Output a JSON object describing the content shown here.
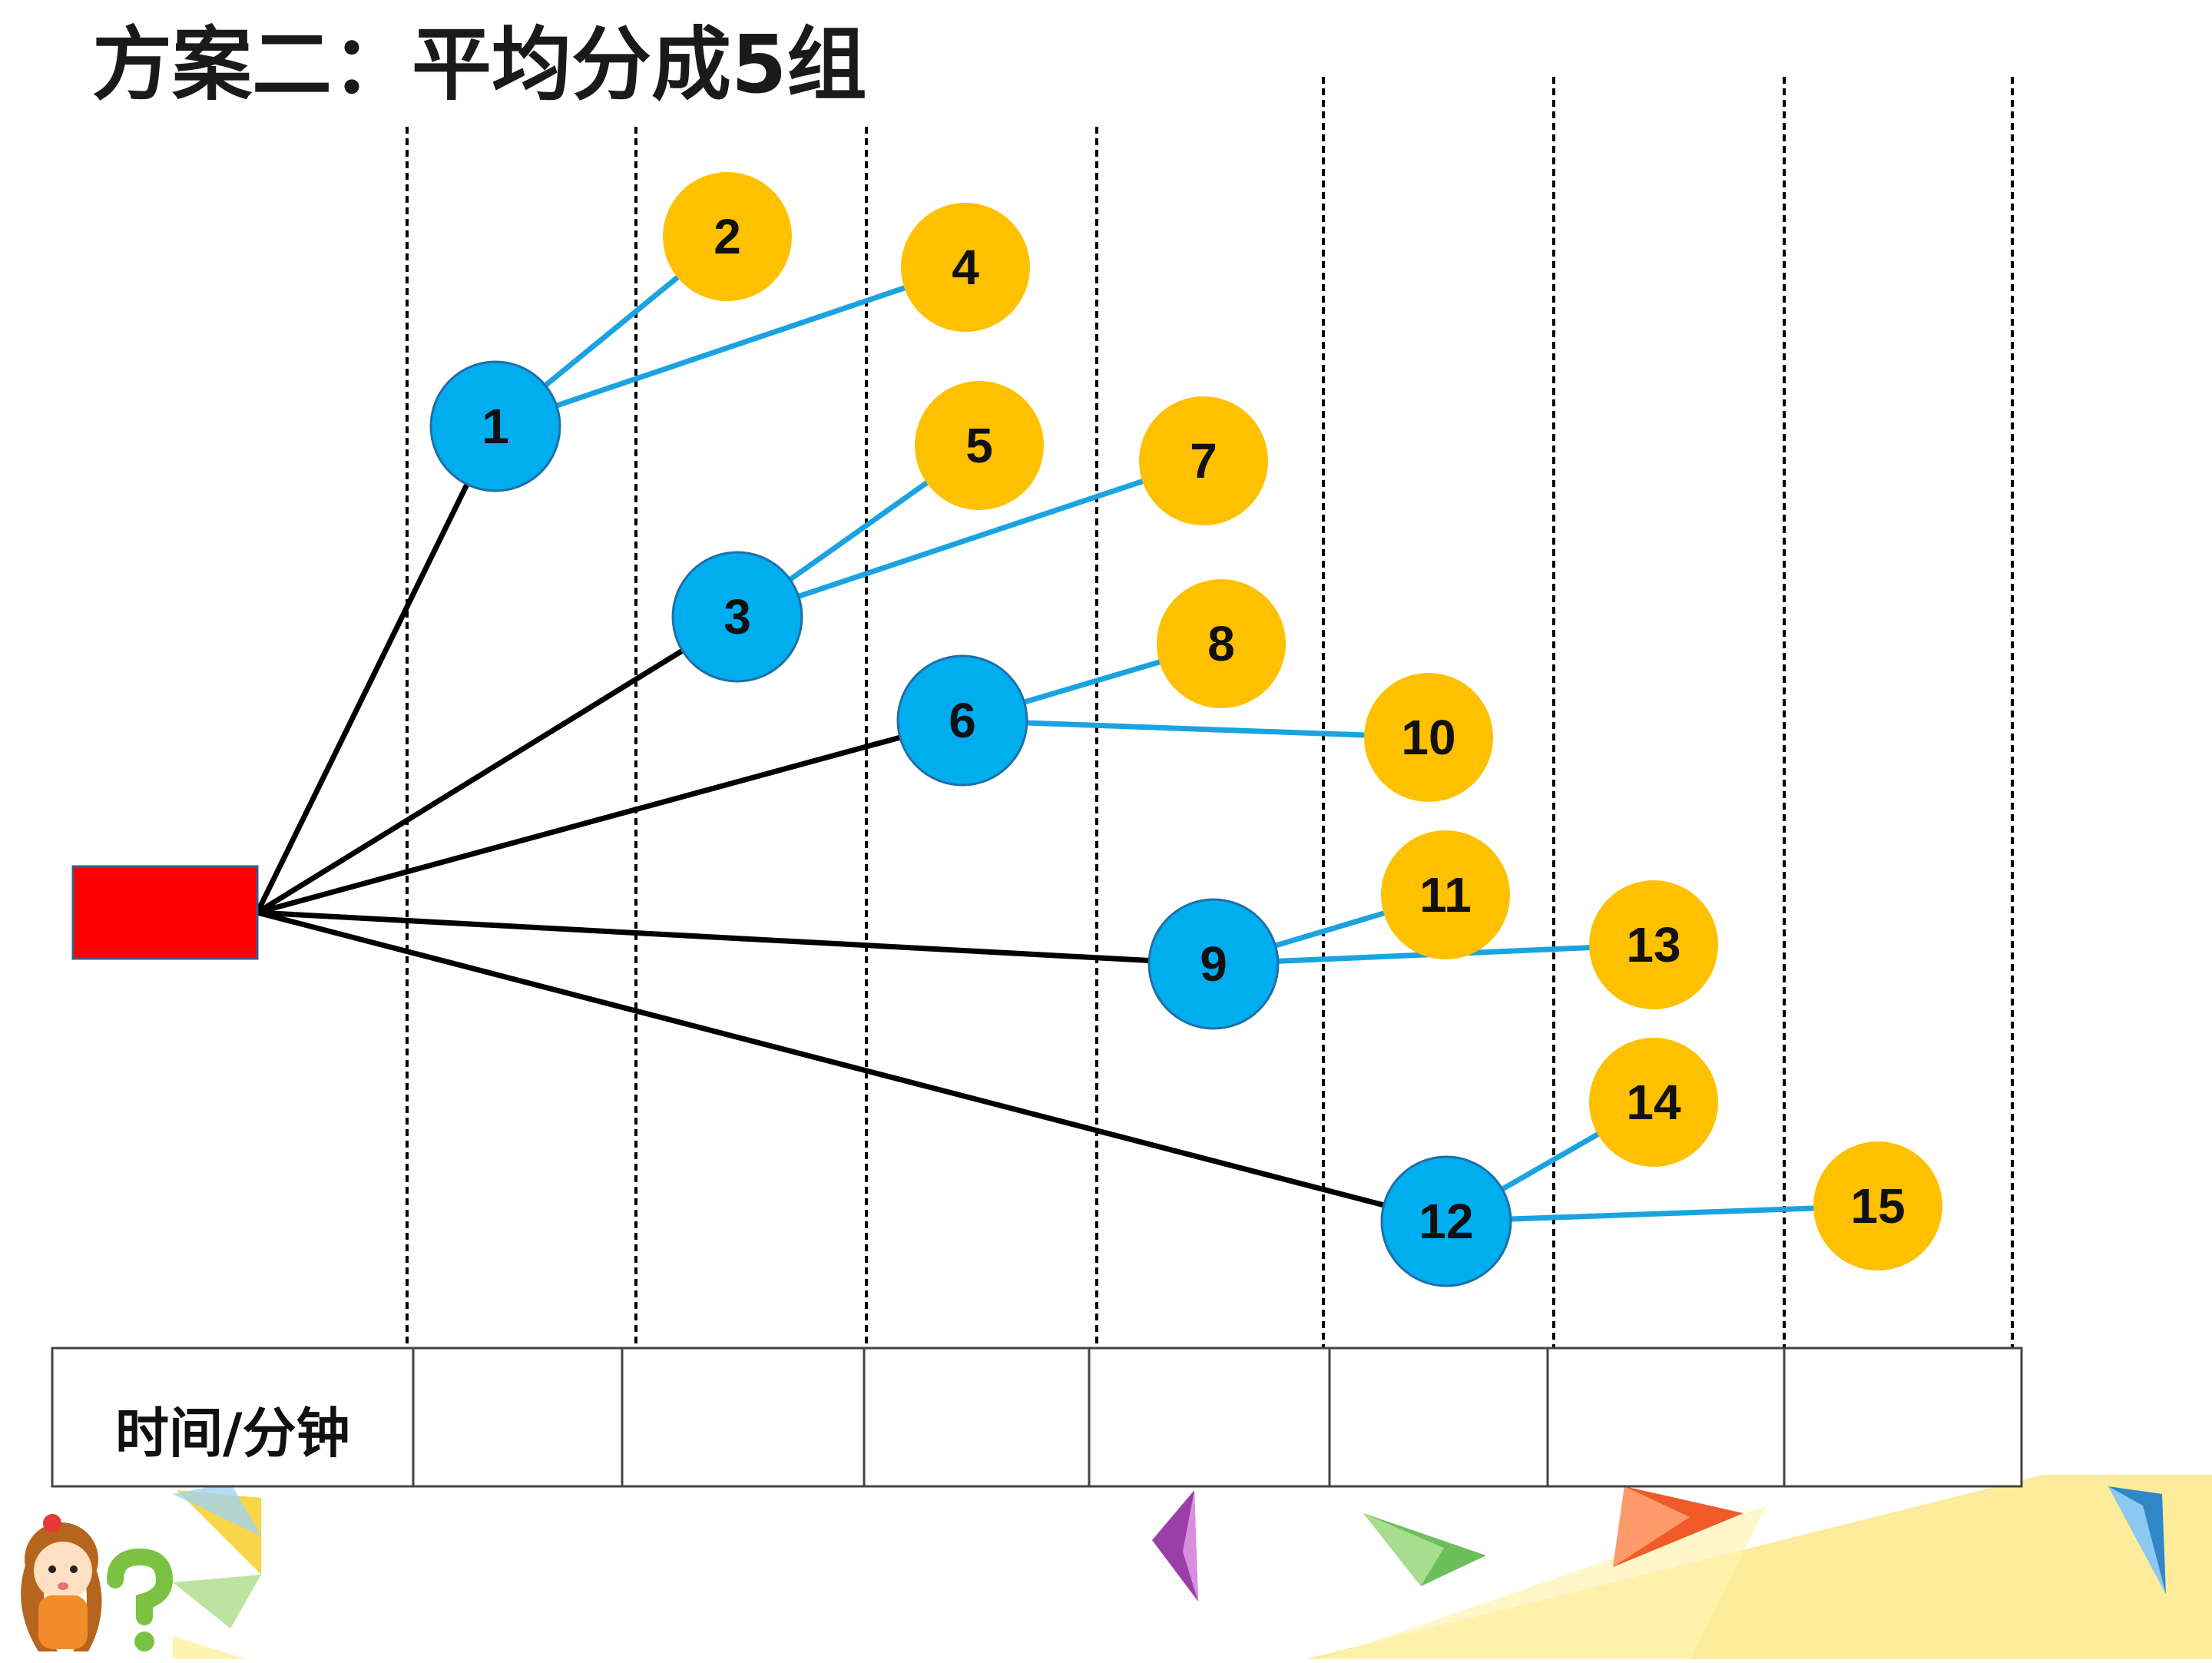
{
  "title": "方案二：平均分成5组",
  "time_label": "时间/分钟",
  "colors": {
    "source": "#ff0000",
    "level1_fill": "#00aeef",
    "level2_fill": "#ffc000",
    "trunk_line": "#000000",
    "branch_line": "#1aa3e0",
    "dashed_line": "#000000"
  },
  "icons": [
    "girl-question-mark-icon",
    "colorful-triangle-flags-decoration"
  ],
  "nodes": [
    {
      "id": "1",
      "level": 1,
      "parent": "source"
    },
    {
      "id": "2",
      "level": 2,
      "parent": "1"
    },
    {
      "id": "4",
      "level": 2,
      "parent": "1"
    },
    {
      "id": "3",
      "level": 1,
      "parent": "source"
    },
    {
      "id": "5",
      "level": 2,
      "parent": "3"
    },
    {
      "id": "7",
      "level": 2,
      "parent": "3"
    },
    {
      "id": "6",
      "level": 1,
      "parent": "source"
    },
    {
      "id": "8",
      "level": 2,
      "parent": "6"
    },
    {
      "id": "10",
      "level": 2,
      "parent": "6"
    },
    {
      "id": "9",
      "level": 1,
      "parent": "source"
    },
    {
      "id": "11",
      "level": 2,
      "parent": "9"
    },
    {
      "id": "13",
      "level": 2,
      "parent": "9"
    },
    {
      "id": "12",
      "level": 1,
      "parent": "source"
    },
    {
      "id": "14",
      "level": 2,
      "parent": "12"
    },
    {
      "id": "15",
      "level": 2,
      "parent": "12"
    }
  ]
}
